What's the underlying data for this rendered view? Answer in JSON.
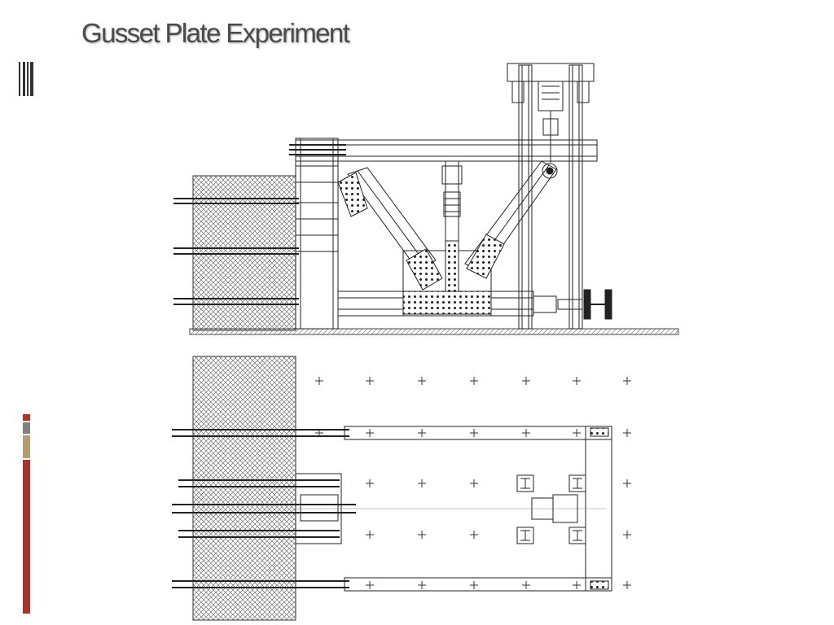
{
  "slide": {
    "title": "Gusset Plate Experiment"
  },
  "icons": {
    "title_mark": "vertical-lines-icon"
  },
  "colors": {
    "title": "#4a4a4a",
    "accent_red": "#a8322c",
    "accent_gray": "#7f7f7f",
    "accent_tan": "#b49c76",
    "drawing_line": "#222222"
  },
  "drawings": [
    {
      "view": "elevation"
    },
    {
      "view": "plan"
    }
  ]
}
